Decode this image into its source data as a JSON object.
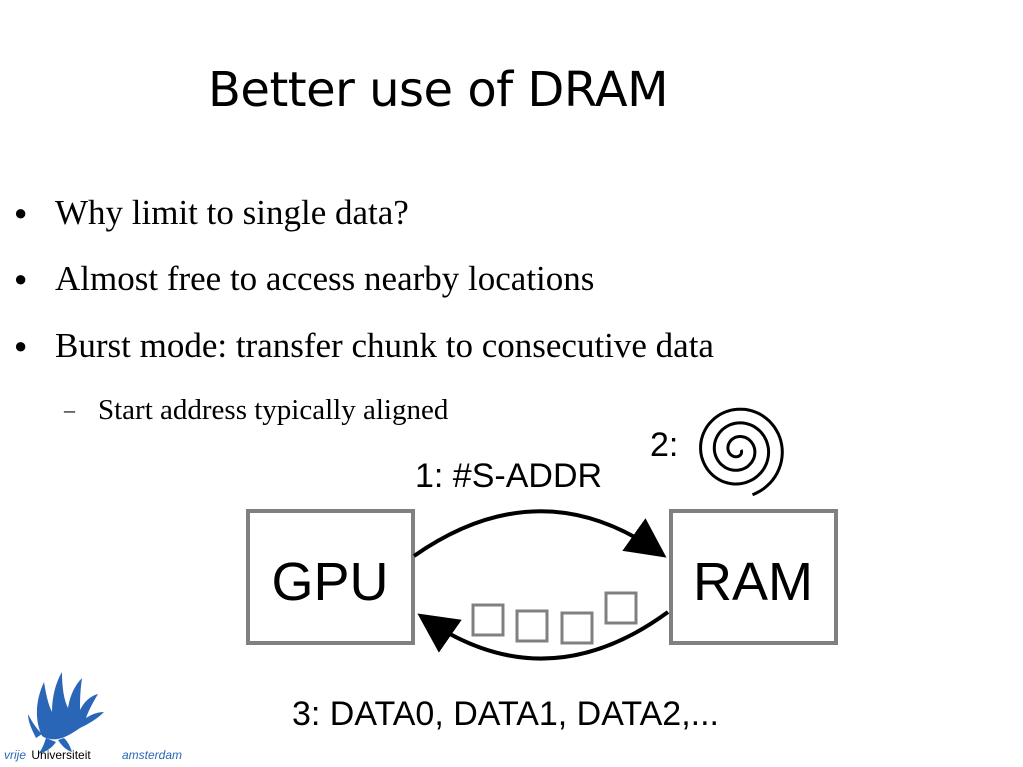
{
  "slide": {
    "title": "Better use of DRAM",
    "bullets": [
      {
        "text": "Why limit to single data?"
      },
      {
        "text": "Almost free to access nearby locations"
      },
      {
        "text": "Burst mode: transfer chunk to consecutive data"
      }
    ],
    "bullet_marker": "●",
    "sub_bullet": {
      "marker": "–",
      "text": "Start address typically aligned"
    }
  },
  "diagram": {
    "gpu_label": "GPU",
    "ram_label": "RAM",
    "step1_label": "1: #S-ADDR",
    "step2_label": "2:",
    "step3_label": "3: DATA0, DATA1, DATA2,...",
    "box_color": "#808080",
    "arrow_color": "#000000",
    "spiral_icon": "spiral-icon"
  },
  "logo": {
    "icon": "griffin-logo-icon",
    "word_vrije": "vrije",
    "word_universiteit": "Universiteit",
    "word_amsterdam": "amsterdam",
    "brand_color": "#2a66b7"
  }
}
